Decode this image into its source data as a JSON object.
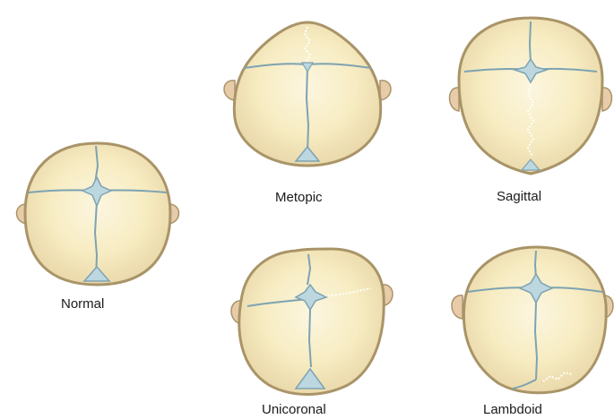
{
  "labels": {
    "normal": "Normal",
    "metopic": "Metopic",
    "sagittal": "Sagittal",
    "unicoronal": "Unicoronal",
    "lambdoid": "Lambdoid"
  },
  "colors": {
    "bone_outer": "#e7d5a6",
    "bone_inner": "#f7ecc2",
    "bone_highlight": "#fcf6e0",
    "rim": "#a99468",
    "ear": "#e8cca9",
    "suture": "#7da3b1",
    "fontanelle": "#bcd7e0",
    "fused_suture": "#ffffff"
  }
}
